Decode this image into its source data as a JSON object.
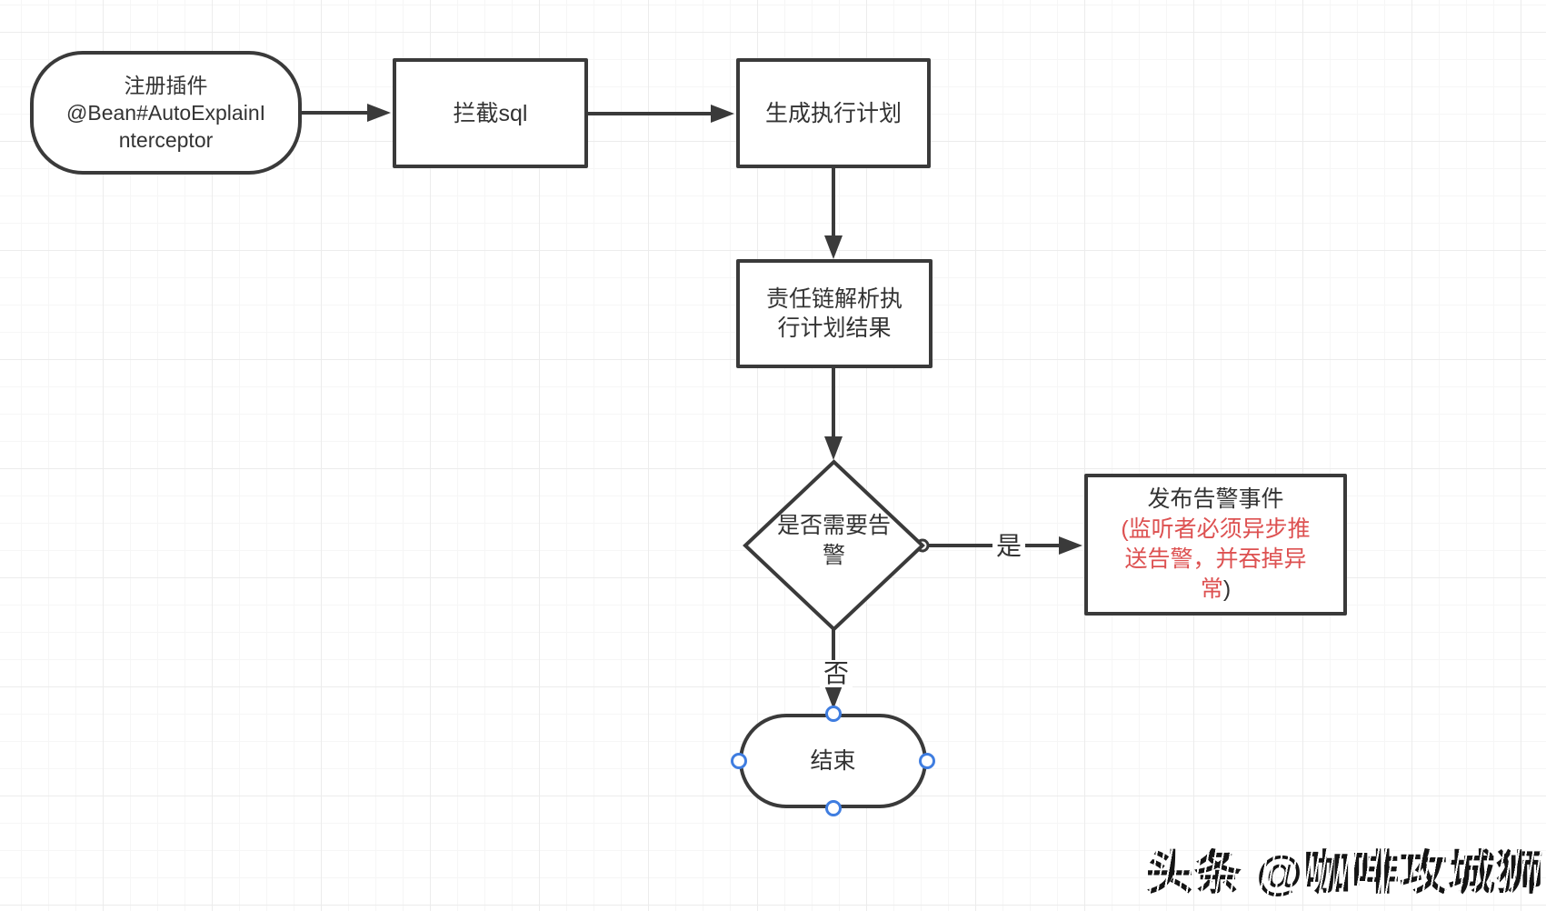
{
  "diagram": {
    "nodes": {
      "start": {
        "lines": [
          "注册插件",
          "@Bean#AutoExplainI",
          "nterceptor"
        ]
      },
      "intercept_sql": {
        "label": "拦截sql"
      },
      "generate_plan": {
        "label": "生成执行计划"
      },
      "chain_parse": {
        "lines": [
          "责任链解析执",
          "行计划结果"
        ]
      },
      "decision": {
        "lines": [
          "是否需要告",
          "警"
        ]
      },
      "publish_alert": {
        "line1": "发布告警事件",
        "line2": "(监听者必须异步推",
        "line3": "送告警，并吞掉异",
        "line4_red": "常",
        "line4_dark": ")"
      },
      "end": {
        "label": "结束"
      }
    },
    "edge_labels": {
      "yes": "是",
      "no": "否"
    }
  },
  "watermark": "头条 @咖啡攻城狮",
  "colors": {
    "shape_border": "#3a3a3a",
    "text": "#333333",
    "red_text": "#dd5151",
    "handle_blue": "#3f7de0",
    "grid_minor": "#f6f6f6",
    "grid_major": "#ececec",
    "canvas_bg": "#ffffff"
  }
}
